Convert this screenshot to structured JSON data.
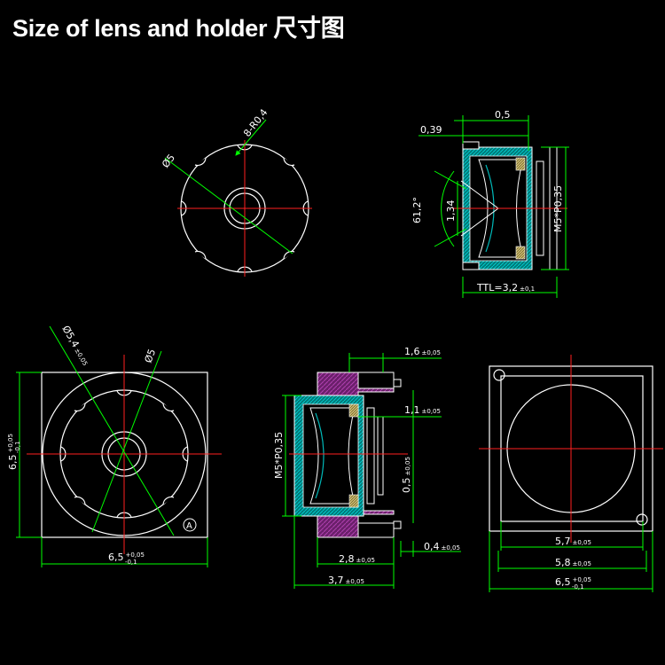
{
  "title": "Size of lens and holder  尺寸图",
  "labels": {
    "d5": "Ø5",
    "r04": "8-R0,4",
    "d05": "0,5",
    "d039": "0,39",
    "angle": "61,2°",
    "d134": "1,34",
    "thread": "M5*P0,35",
    "ttl": "TTL=3,2",
    "ttl_tol": "±0,1",
    "d54": "Ø5,4",
    "d54_tol": "±0,05",
    "d5b": "Ø5",
    "h65": "6,5",
    "h65_tol_top": "+0,05",
    "h65_tol_bot": "-0,1",
    "w65": "6,5",
    "w65_tol_top": "+0,05",
    "w65_tol_bot": "-0,1",
    "marker_a": "A",
    "d16": "1,6",
    "d16_tol": "±0,05",
    "d11": "1,1",
    "d11_tol": "±0,05",
    "d05v": "0,5",
    "d05v_tol": "±0,05",
    "thread2": "M5*P0,35",
    "d04": "0,4",
    "d04_tol": "±0,05",
    "d28": "2,8",
    "d28_tol": "±0,05",
    "d37": "3,7",
    "d37_tol": "±0,05",
    "d57": "5,7",
    "d57_tol": "±0,05",
    "d58": "5,8",
    "d58_tol": "±0,05",
    "d65r": "6,5",
    "d65r_tol_top": "+0,05",
    "d65r_tol_bot": "-0,1"
  },
  "colors": {
    "outline": "#ffffff",
    "centerline": "#ff2020",
    "dimension": "#00ff00",
    "lens": "#00b8b8",
    "holder": "#8a2a8a",
    "glue": "#d8c890"
  }
}
